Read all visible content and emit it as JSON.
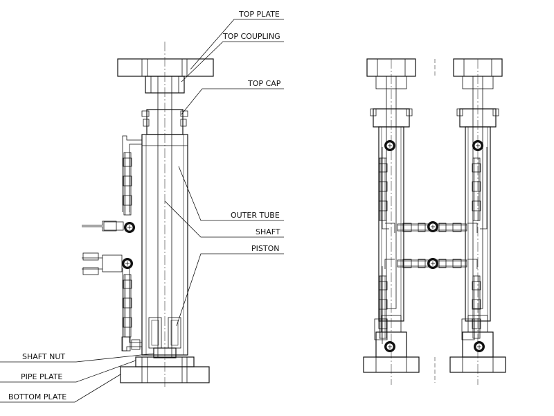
{
  "labels": {
    "top_plate": "TOP PLATE",
    "top_coupling": "TOP COUPLING",
    "top_cap": "TOP CAP",
    "outer_tube": "OUTER TUBE",
    "shaft": "SHAFT",
    "piston": "PISTON",
    "shaft_nut": "SHAFT NUT",
    "pipe_plate": "PIPE PLATE",
    "bottom_plate": "BOTTOM PLATE"
  }
}
